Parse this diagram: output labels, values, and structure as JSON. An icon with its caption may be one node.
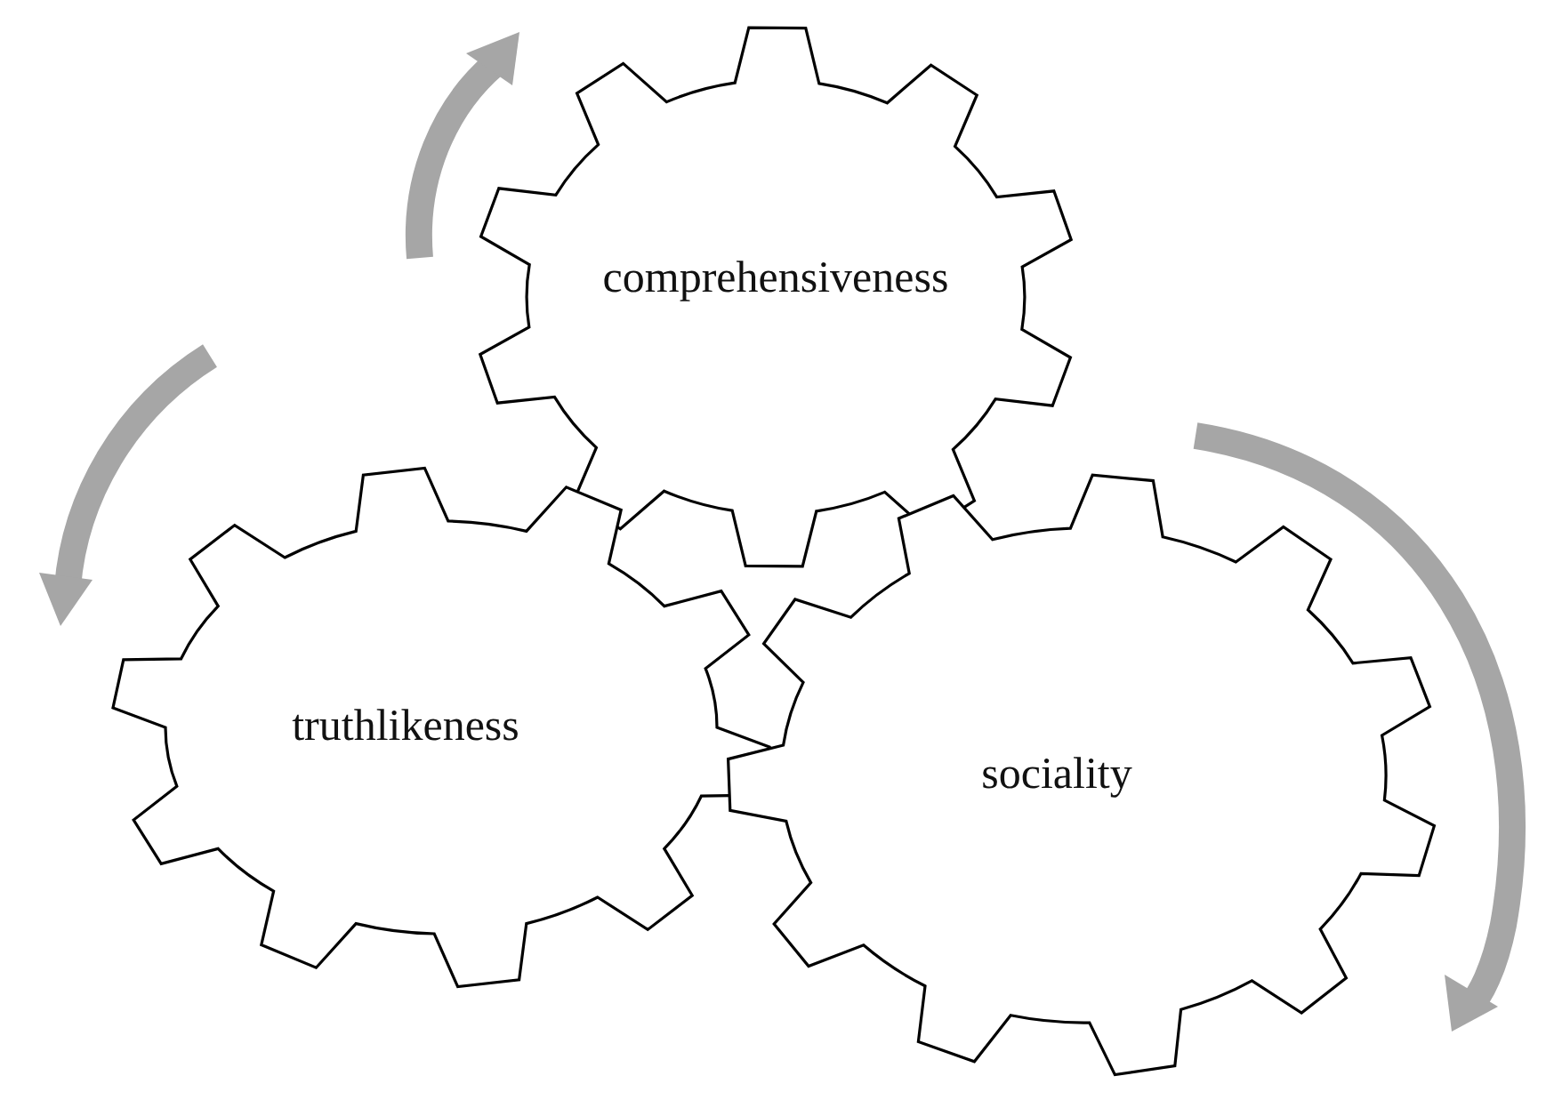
{
  "diagram": {
    "nodes": [
      {
        "text": [
          "comprehensiveness"
        ]
      },
      {
        "text": [
          "truthlikeness"
        ]
      },
      {
        "text": [
          "sociality"
        ]
      }
    ]
  }
}
